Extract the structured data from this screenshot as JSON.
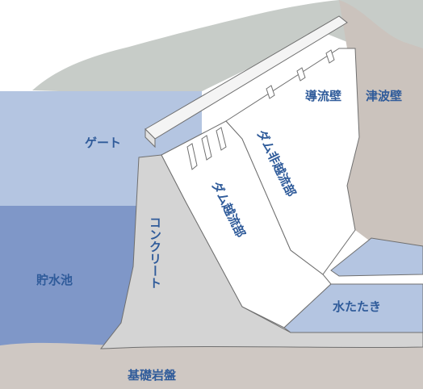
{
  "labels": {
    "gate": "ゲート",
    "reservoir": "貯水池",
    "concrete": "コンクリート",
    "overflow_section": "ダム越流部",
    "non_overflow_section": "ダム非越流部",
    "guide_wall": "導流壁",
    "tsunami_wall": "津波壁",
    "stilling_basin": "水たたき",
    "bedrock": "基礎岩盤"
  },
  "colors": {
    "sky": "#ffffff",
    "mountain": "#c7ccc8",
    "reservoir_upper": "#b4c5e1",
    "reservoir_lower": "#7f97c8",
    "concrete": "#d4d4d4",
    "bedrock": "#cfc8c3",
    "rock_right": "#cbc3bd",
    "dam_face": "#ffffff",
    "outline": "#6f6f6f",
    "water_down": "#b4c5e1",
    "label": "#2f5b9a"
  }
}
